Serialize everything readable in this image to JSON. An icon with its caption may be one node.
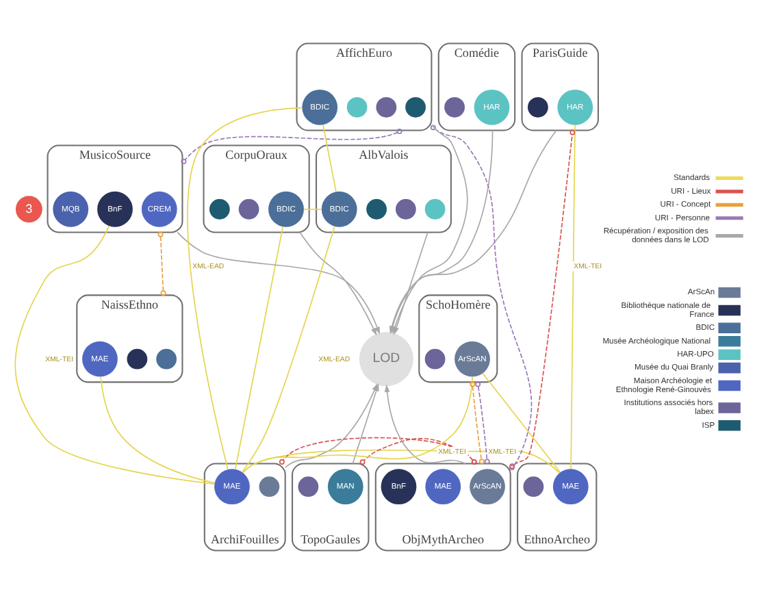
{
  "diagram": {
    "nodes": [
      {
        "text": [
          "3"
        ]
      },
      {
        "text": [
          "CorpuOraux"
        ]
      },
      {
        "text": [
          "BDIC"
        ],
        "in": 1
      },
      {
        "text": [],
        "shape": "circle",
        "in": 1
      },
      {
        "text": [],
        "shape": "circle",
        "in": 1
      },
      {
        "text": [
          "MusicoSource"
        ]
      },
      {
        "text": [
          "CREM"
        ],
        "in": 5
      },
      {
        "text": [
          "BnF"
        ],
        "in": 5
      },
      {
        "text": [
          "MQB"
        ],
        "in": 5
      },
      {
        "text": [
          "Comédie"
        ]
      },
      {
        "text": [
          "HAR"
        ],
        "in": 9
      },
      {
        "text": [],
        "shape": "circle",
        "in": 9
      },
      {
        "text": [
          "ParisGuide"
        ]
      },
      {
        "text": [
          "HAR"
        ],
        "in": 12
      },
      {
        "text": [],
        "shape": "circle",
        "in": 12
      },
      {
        "text": [
          "NaissEthno"
        ]
      },
      {
        "text": [],
        "shape": "circle",
        "in": 15
      },
      {
        "text": [],
        "shape": "circle",
        "in": 15
      },
      {
        "text": [
          "MAE"
        ],
        "in": 15
      },
      {
        "text": [
          "ArchiFouilles"
        ]
      },
      {
        "text": [],
        "shape": "circle",
        "in": 19
      },
      {
        "text": [
          "MAE"
        ],
        "in": 19
      },
      {
        "text": [
          "TopoGaules"
        ]
      },
      {
        "text": [
          "MAN"
        ],
        "in": 22
      },
      {
        "text": [],
        "shape": "circle",
        "in": 22
      },
      {
        "text": [
          "EthnoArcheo"
        ]
      },
      {
        "text": [
          "MAE"
        ],
        "in": 25
      },
      {
        "text": [],
        "shape": "circle",
        "in": 25
      },
      {
        "text": [
          "ObjMythArcheo"
        ]
      },
      {
        "text": [
          "ArScAN"
        ],
        "in": 28
      },
      {
        "text": [
          "MAE"
        ],
        "in": 28
      },
      {
        "text": [
          "BnF"
        ],
        "in": 28
      },
      {
        "text": [
          "SchoHomère"
        ]
      },
      {
        "text": [
          "ArScAN"
        ],
        "in": 32
      },
      {
        "text": [],
        "shape": "circle",
        "in": 32
      },
      {
        "text": [
          "AffichEuro"
        ]
      },
      {
        "text": [],
        "shape": "circle",
        "in": 35
      },
      {
        "text": [],
        "shape": "circle",
        "in": 35
      },
      {
        "text": [],
        "shape": "circle",
        "in": 35
      },
      {
        "text": [
          "BDIC"
        ],
        "in": 35
      },
      {
        "text": [
          "AlbValois"
        ]
      },
      {
        "text": [],
        "shape": "circle",
        "in": 40
      },
      {
        "text": [],
        "shape": "circle",
        "in": 40
      },
      {
        "text": [],
        "shape": "circle",
        "in": 40
      },
      {
        "text": [
          "BDIC"
        ],
        "in": 40
      },
      {
        "text": [
          "LOD"
        ]
      }
    ],
    "edges": [
      {
        "from": 2,
        "to": 44,
        "arrow": "none"
      },
      {
        "from": 44,
        "to": 39,
        "arrow": "none"
      },
      {
        "from": 44,
        "to": 21,
        "arrow": "none",
        "label": "XML-EAD"
      },
      {
        "from": 39,
        "to": 21,
        "arrow": "none",
        "label": "XML-EAD"
      },
      {
        "from": 2,
        "to": 21,
        "arrow": "none"
      },
      {
        "from": 7,
        "to": 21,
        "arrow": "none",
        "label": "XML-TEI"
      },
      {
        "from": 13,
        "to": 26,
        "arrow": "none",
        "label": "XML-TEI"
      },
      {
        "from": 33,
        "to": 21,
        "arrow": "none",
        "label": "XML-TEI"
      },
      {
        "from": 33,
        "to": 26,
        "arrow": "none"
      },
      {
        "from": 18,
        "to": 21,
        "arrow": "none"
      },
      {
        "from": 26,
        "to": 21,
        "arrow": "none",
        "label": "XML-TEI"
      },
      {
        "from": 28,
        "to": 12,
        "arrow": "other",
        "style": "dashed",
        "color": "#d9534f"
      },
      {
        "from": 28,
        "to": 19,
        "arrow": "other",
        "style": "dashed",
        "color": "#d9534f"
      },
      {
        "from": 28,
        "to": 22,
        "arrow": "other",
        "style": "dashed",
        "color": "#d9534f"
      },
      {
        "from": 32,
        "to": 28,
        "arrow": "other",
        "style": "dashed",
        "color": "#e9a03b"
      },
      {
        "from": 5,
        "to": 15,
        "arrow": "other",
        "style": "dashed",
        "color": "#e9a03b"
      },
      {
        "from": 35,
        "to": 5,
        "arrow": "other",
        "style": "dashed",
        "color": "#9a78b8"
      },
      {
        "from": 35,
        "to": 28,
        "arrow": "other",
        "style": "dashed",
        "color": "#9a78b8"
      },
      {
        "from": 32,
        "to": 28,
        "arrow": "other",
        "style": "dashed",
        "color": "#9a78b8"
      },
      {
        "from": 1,
        "to": 45,
        "arrow": "to",
        "color": "#a8a8a8"
      },
      {
        "from": 5,
        "to": 45,
        "arrow": "to",
        "color": "#a8a8a8"
      },
      {
        "from": 9,
        "to": 45,
        "arrow": "to",
        "color": "#a8a8a8"
      },
      {
        "from": 12,
        "to": 45,
        "arrow": "to",
        "color": "#a8a8a8"
      },
      {
        "from": 19,
        "to": 45,
        "arrow": "to",
        "color": "#a8a8a8"
      },
      {
        "from": 22,
        "to": 45,
        "arrow": "to",
        "color": "#a8a8a8"
      },
      {
        "from": 28,
        "to": 45,
        "arrow": "to",
        "color": "#a8a8a8"
      },
      {
        "from": 35,
        "to": 45,
        "arrow": "to",
        "color": "#a8a8a8"
      },
      {
        "from": 40,
        "to": 45,
        "arrow": "to",
        "color": "#a8a8a8"
      }
    ],
    "legend": [
      {
        "text": "Standards"
      },
      {
        "text": "URI - Lieux"
      },
      {
        "text": "URI - Concept"
      },
      {
        "text": "URI - Personne"
      },
      {
        "text": "Récupération / exposition des données dans le LOD"
      },
      {
        "text": "ArScAn",
        "color": "#6a7b98"
      },
      {
        "text": "Bibliothèque nationale de France",
        "color": "#283258"
      },
      {
        "text": "BDIC",
        "color": "#4b6f98"
      },
      {
        "text": "Musée Archéologique National",
        "color": "#3a7c9a"
      },
      {
        "text": "HAR-UPO",
        "color": "#5cc3c3"
      },
      {
        "text": "Musée du Quai Branly",
        "color": "#4b63ad"
      },
      {
        "text": "Maison Archéologie et Ethnologie René-Ginouvès",
        "color": "#5067c2"
      },
      {
        "text": "Institutions associés hors labex",
        "color": "#6c6599"
      },
      {
        "text": "ISP",
        "color": "#1f5b70"
      }
    ]
  }
}
